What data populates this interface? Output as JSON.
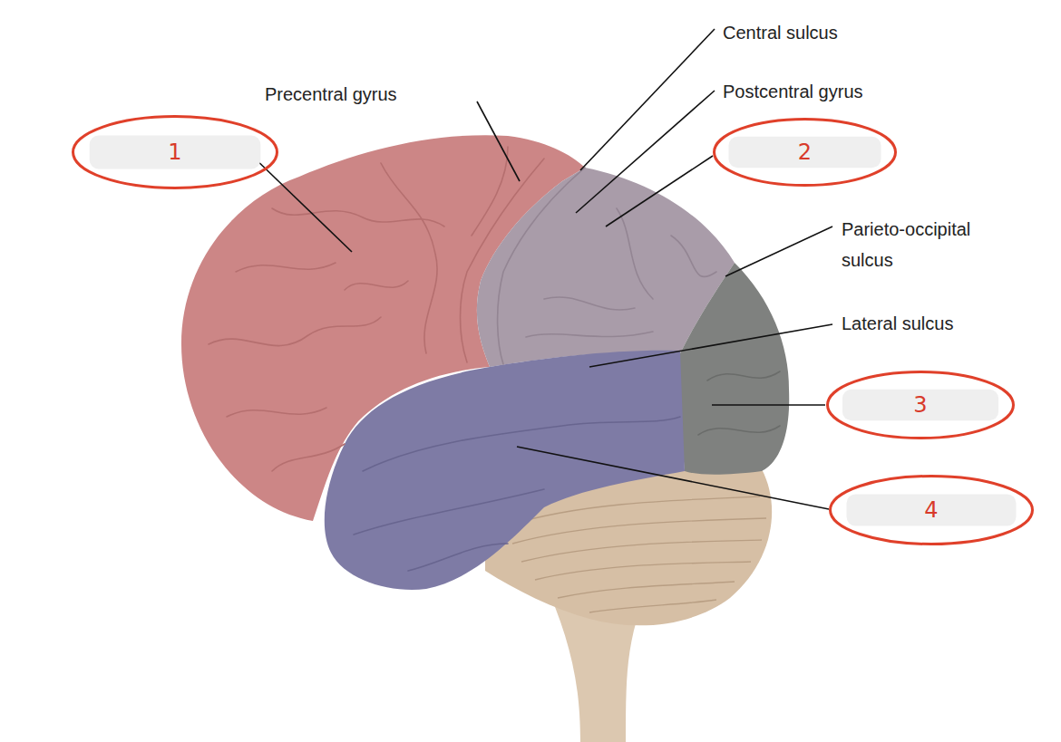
{
  "diagram": {
    "nodes": [
      {
        "text": [
          "1"
        ]
      },
      {
        "text": [
          "2"
        ]
      },
      {
        "text": [
          "3"
        ]
      },
      {
        "text": [
          "4"
        ]
      }
    ],
    "labels": [
      "Precentral gyrus",
      "Central sulcus",
      "Postcentral gyrus",
      "Parieto-occipital sulcus",
      "Lateral sulcus"
    ]
  }
}
